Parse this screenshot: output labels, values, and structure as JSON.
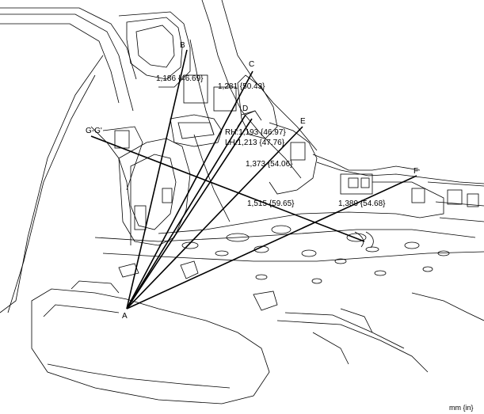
{
  "points": {
    "origin": "A",
    "b": "B",
    "c": "C",
    "d": "D",
    "e": "E",
    "f": "F",
    "g": "G-G'"
  },
  "measurements": {
    "ab": "1,186 {46.69}",
    "ac": "1,281 {50.43}",
    "ad_rh": "RH:1,193 {46.97}",
    "ad_lh": "LH:1,213 {47.76}",
    "ae": "1,373 {54.06}",
    "gg": "1,515 {59.65}",
    "af": "1,389 {54.68}"
  },
  "units": "mm {in}"
}
